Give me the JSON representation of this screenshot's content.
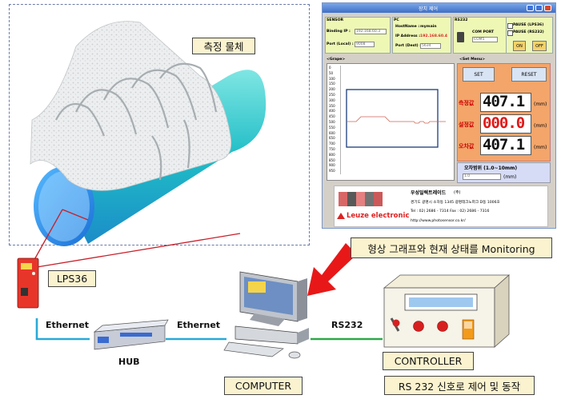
{
  "diagram": {
    "object_label": "측정 물체",
    "sensor_label": "LPS36",
    "hub_label": "HUB",
    "ethernet_left": "Ethernet",
    "ethernet_right": "Ethernet",
    "rs232_label": "RS232",
    "computer_label": "COMPUTER",
    "controller_label": "CONTROLLER",
    "monitoring_label": "형상 그래프와 현재 상태를 Monitoring",
    "rs232_control_label": "RS 232 신호로 제어 및 동작"
  },
  "app": {
    "title": "장치 제어",
    "sensor": {
      "header": "SENSOR",
      "binding_ip_label": "Binding IP :",
      "binding_ip_value": "192.168.60.3",
      "port_local_label": "Port (Local) :",
      "port_local_value": "9008"
    },
    "pc": {
      "header": "PC",
      "hostname_label": "HostName :",
      "hostname_value": "mymain",
      "ip_label": "IP Address :",
      "ip_value": "192.168.60.4",
      "port_dest_label": "Port (Dest) :",
      "port_dest_value": "5634"
    },
    "rs232": {
      "header": "RS232",
      "com_port_label": "COM PORT",
      "com_port_value": "COM5"
    },
    "pause_lps36": "PAUSE (LPS36)",
    "pause_rs232": "PAUSE (RS232)",
    "on_label": "ON",
    "off_label": "OFF",
    "grape_header": "<Grape>",
    "set_menu_header": "<Set Menu>",
    "set_label": "SET",
    "reset_label": "RESET",
    "y_ticks": [
      "0",
      "50",
      "100",
      "150",
      "200",
      "250",
      "300",
      "350",
      "400",
      "450",
      "500",
      "550",
      "600",
      "650",
      "700",
      "750",
      "800",
      "850",
      "900",
      "950"
    ],
    "measure_label": "측정값",
    "measure_value": "407.1",
    "setpoint_label": "설정값",
    "setpoint_value": "000.0",
    "error_label": "오차값",
    "error_value": "407.1",
    "unit": "(mm)",
    "range_label": "오차범위 (1.0~10mm)",
    "range_value": "1.0",
    "company_name": "우성일렉트레이드",
    "company_suffix": "(주)",
    "company_address": "경기도 광명시 소하동 1345 광명테크노파크 D동 1006호",
    "company_phone": "Tel : 02) 2686 - 7314     Fax : 02) 2686 - 7316",
    "company_web": "http://www.photosensor.co.kr/",
    "brand": "Leuze electronic"
  },
  "colors": {
    "callout_bg": "#fbf3cf",
    "ethernet_line": "#29a9d8",
    "rs232_line": "#2ea84a",
    "arrow": "#e81818",
    "laser": "#c8202a"
  }
}
